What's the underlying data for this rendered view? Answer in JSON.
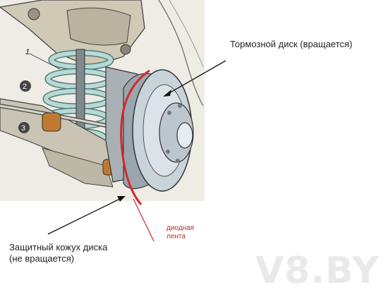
{
  "labels": {
    "brake_disc": "Тормозной диск (вращается)",
    "shield_line1": "Защитный кожух диска",
    "shield_line2": "(не вращается)",
    "led_line1": "диодная",
    "led_line2": "лента",
    "watermark": "V8.BY"
  },
  "callouts": {
    "n1": "1",
    "n2": "2",
    "n3": "3"
  },
  "colors": {
    "led_strip": "#d7262c",
    "spring": "#b9d9d5",
    "disc": "#c9d3da",
    "arrow": "#111111"
  }
}
